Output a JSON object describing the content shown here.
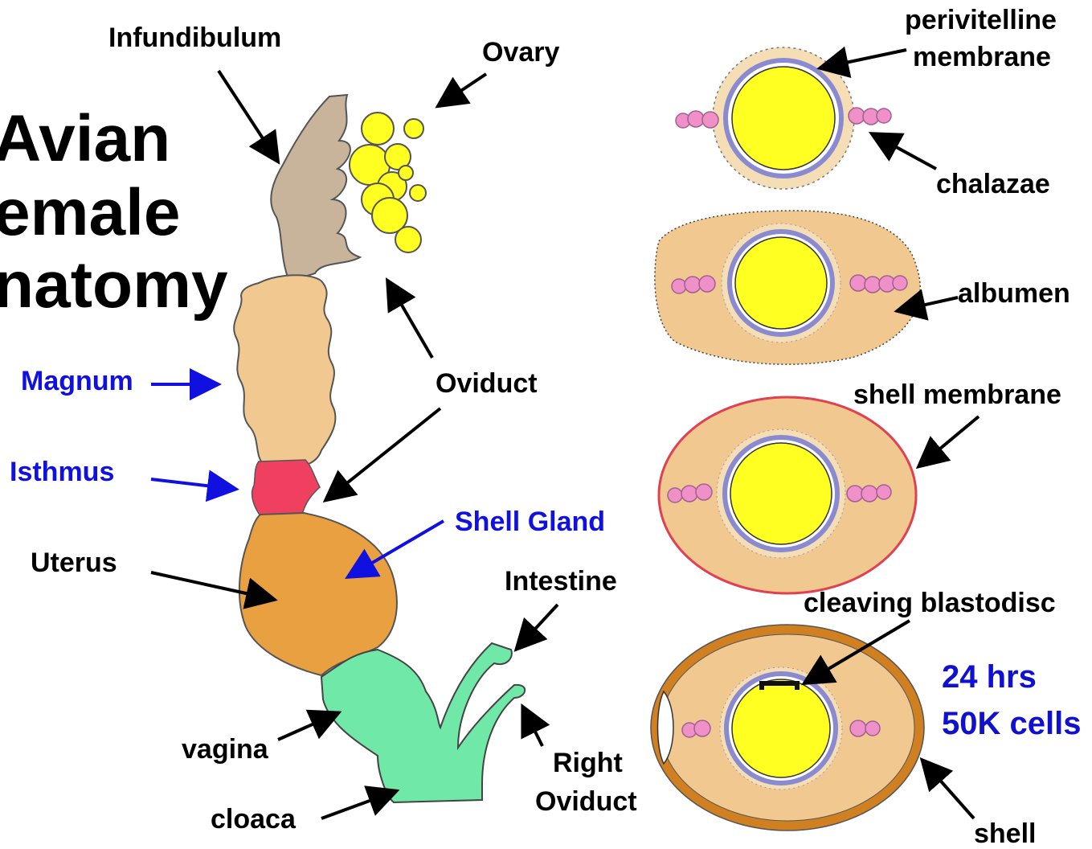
{
  "title": {
    "line1": "Avian",
    "line2": "emale",
    "line3": "natomy"
  },
  "labels": {
    "infundibulum": "Infundibulum",
    "ovary": "Ovary",
    "magnum": "Magnum",
    "isthmus": "Isthmus",
    "oviduct": "Oviduct",
    "shell_gland": "Shell Gland",
    "uterus": "Uterus",
    "intestine": "Intestine",
    "vagina": "vagina",
    "cloaca": "cloaca",
    "right_oviduct_line1": "Right",
    "right_oviduct_line2": "Oviduct",
    "perivitelline_line1": "perivitelline",
    "perivitelline_line2": "membrane",
    "chalazae": "chalazae",
    "albumen": "albumen",
    "shell_membrane": "shell membrane",
    "cleaving_blastodisc": "cleaving blastodisc",
    "shell": "shell"
  },
  "timing": {
    "hours": "24 hrs",
    "cells": "50K cells"
  },
  "colors": {
    "yolk": "#ffff22",
    "infundibulum": "#c8b49a",
    "magnum": "#f0c890",
    "isthmus": "#f04060",
    "uterus": "#e8a040",
    "vagina_cloaca": "#70e8a8",
    "albumen": "#f0c890",
    "membrane": "#8a8ad0",
    "chalazae": "#f090c8",
    "shell_membrane": "#e04050",
    "shell": "#d08020",
    "blue_label": "#1010e0"
  }
}
